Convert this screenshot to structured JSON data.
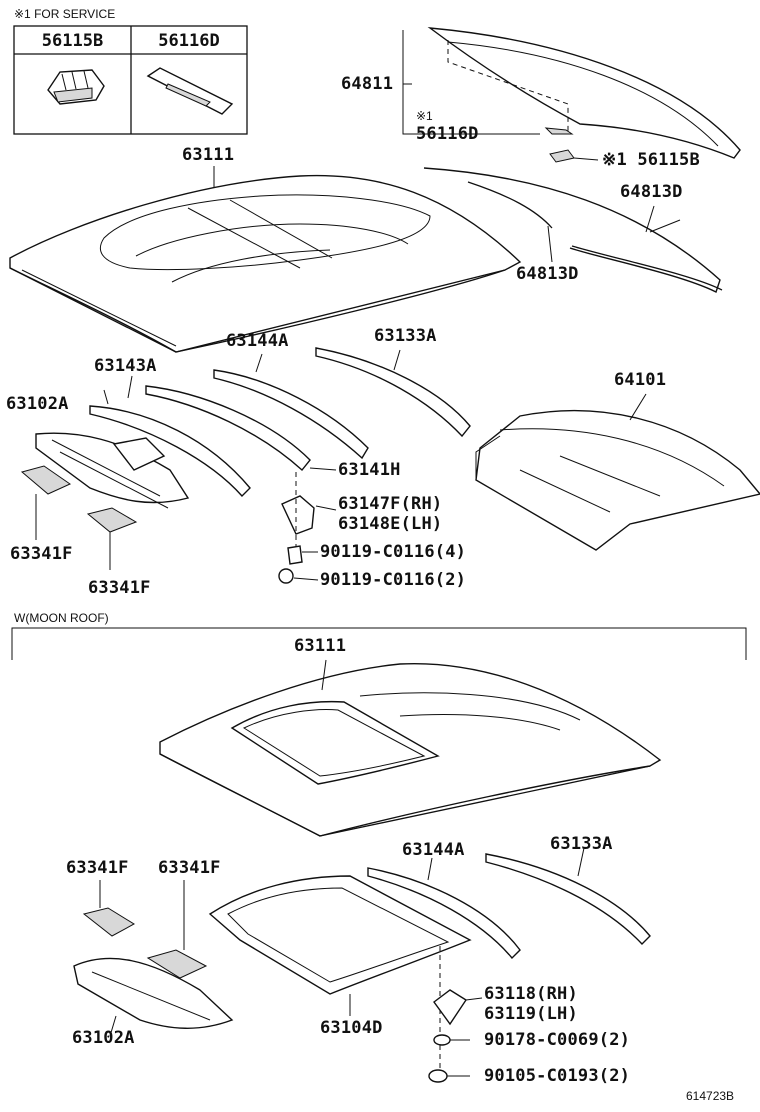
{
  "service_note": "※1 FOR SERVICE",
  "service_box": {
    "col1": "56115B",
    "col2": "56116D"
  },
  "upper": {
    "roof": "63111",
    "glass": "64811",
    "mark1": "※1",
    "spacer": "56116D",
    "clip": "※1 56115B",
    "molding_a": "64813D",
    "molding_b": "64813D",
    "rail_front": "63143A",
    "rail_center": "63144A",
    "rail_rear": "63133A",
    "panel_front": "63102A",
    "back_panel": "64101",
    "bracket_top": "63141H",
    "bracket_rh": "63147F(RH)",
    "bracket_lh": "63148E(LH)",
    "bolt": "90119-C0116(4)",
    "nut": "90119-C0116(2)",
    "pad_a": "63341F",
    "pad_b": "63341F"
  },
  "moon_roof_title": "W(MOON ROOF)",
  "lower": {
    "roof": "63111",
    "pad_a": "63341F",
    "pad_b": "63341F",
    "rail_center": "63144A",
    "rail_rear": "63133A",
    "bracket_rh": "63118(RH)",
    "bracket_lh": "63119(LH)",
    "reinforcement": "63104D",
    "panel_front": "63102A",
    "clip": "90178-C0069(2)",
    "nut": "90105-C0193(2)"
  },
  "diagram_id": "614723B"
}
